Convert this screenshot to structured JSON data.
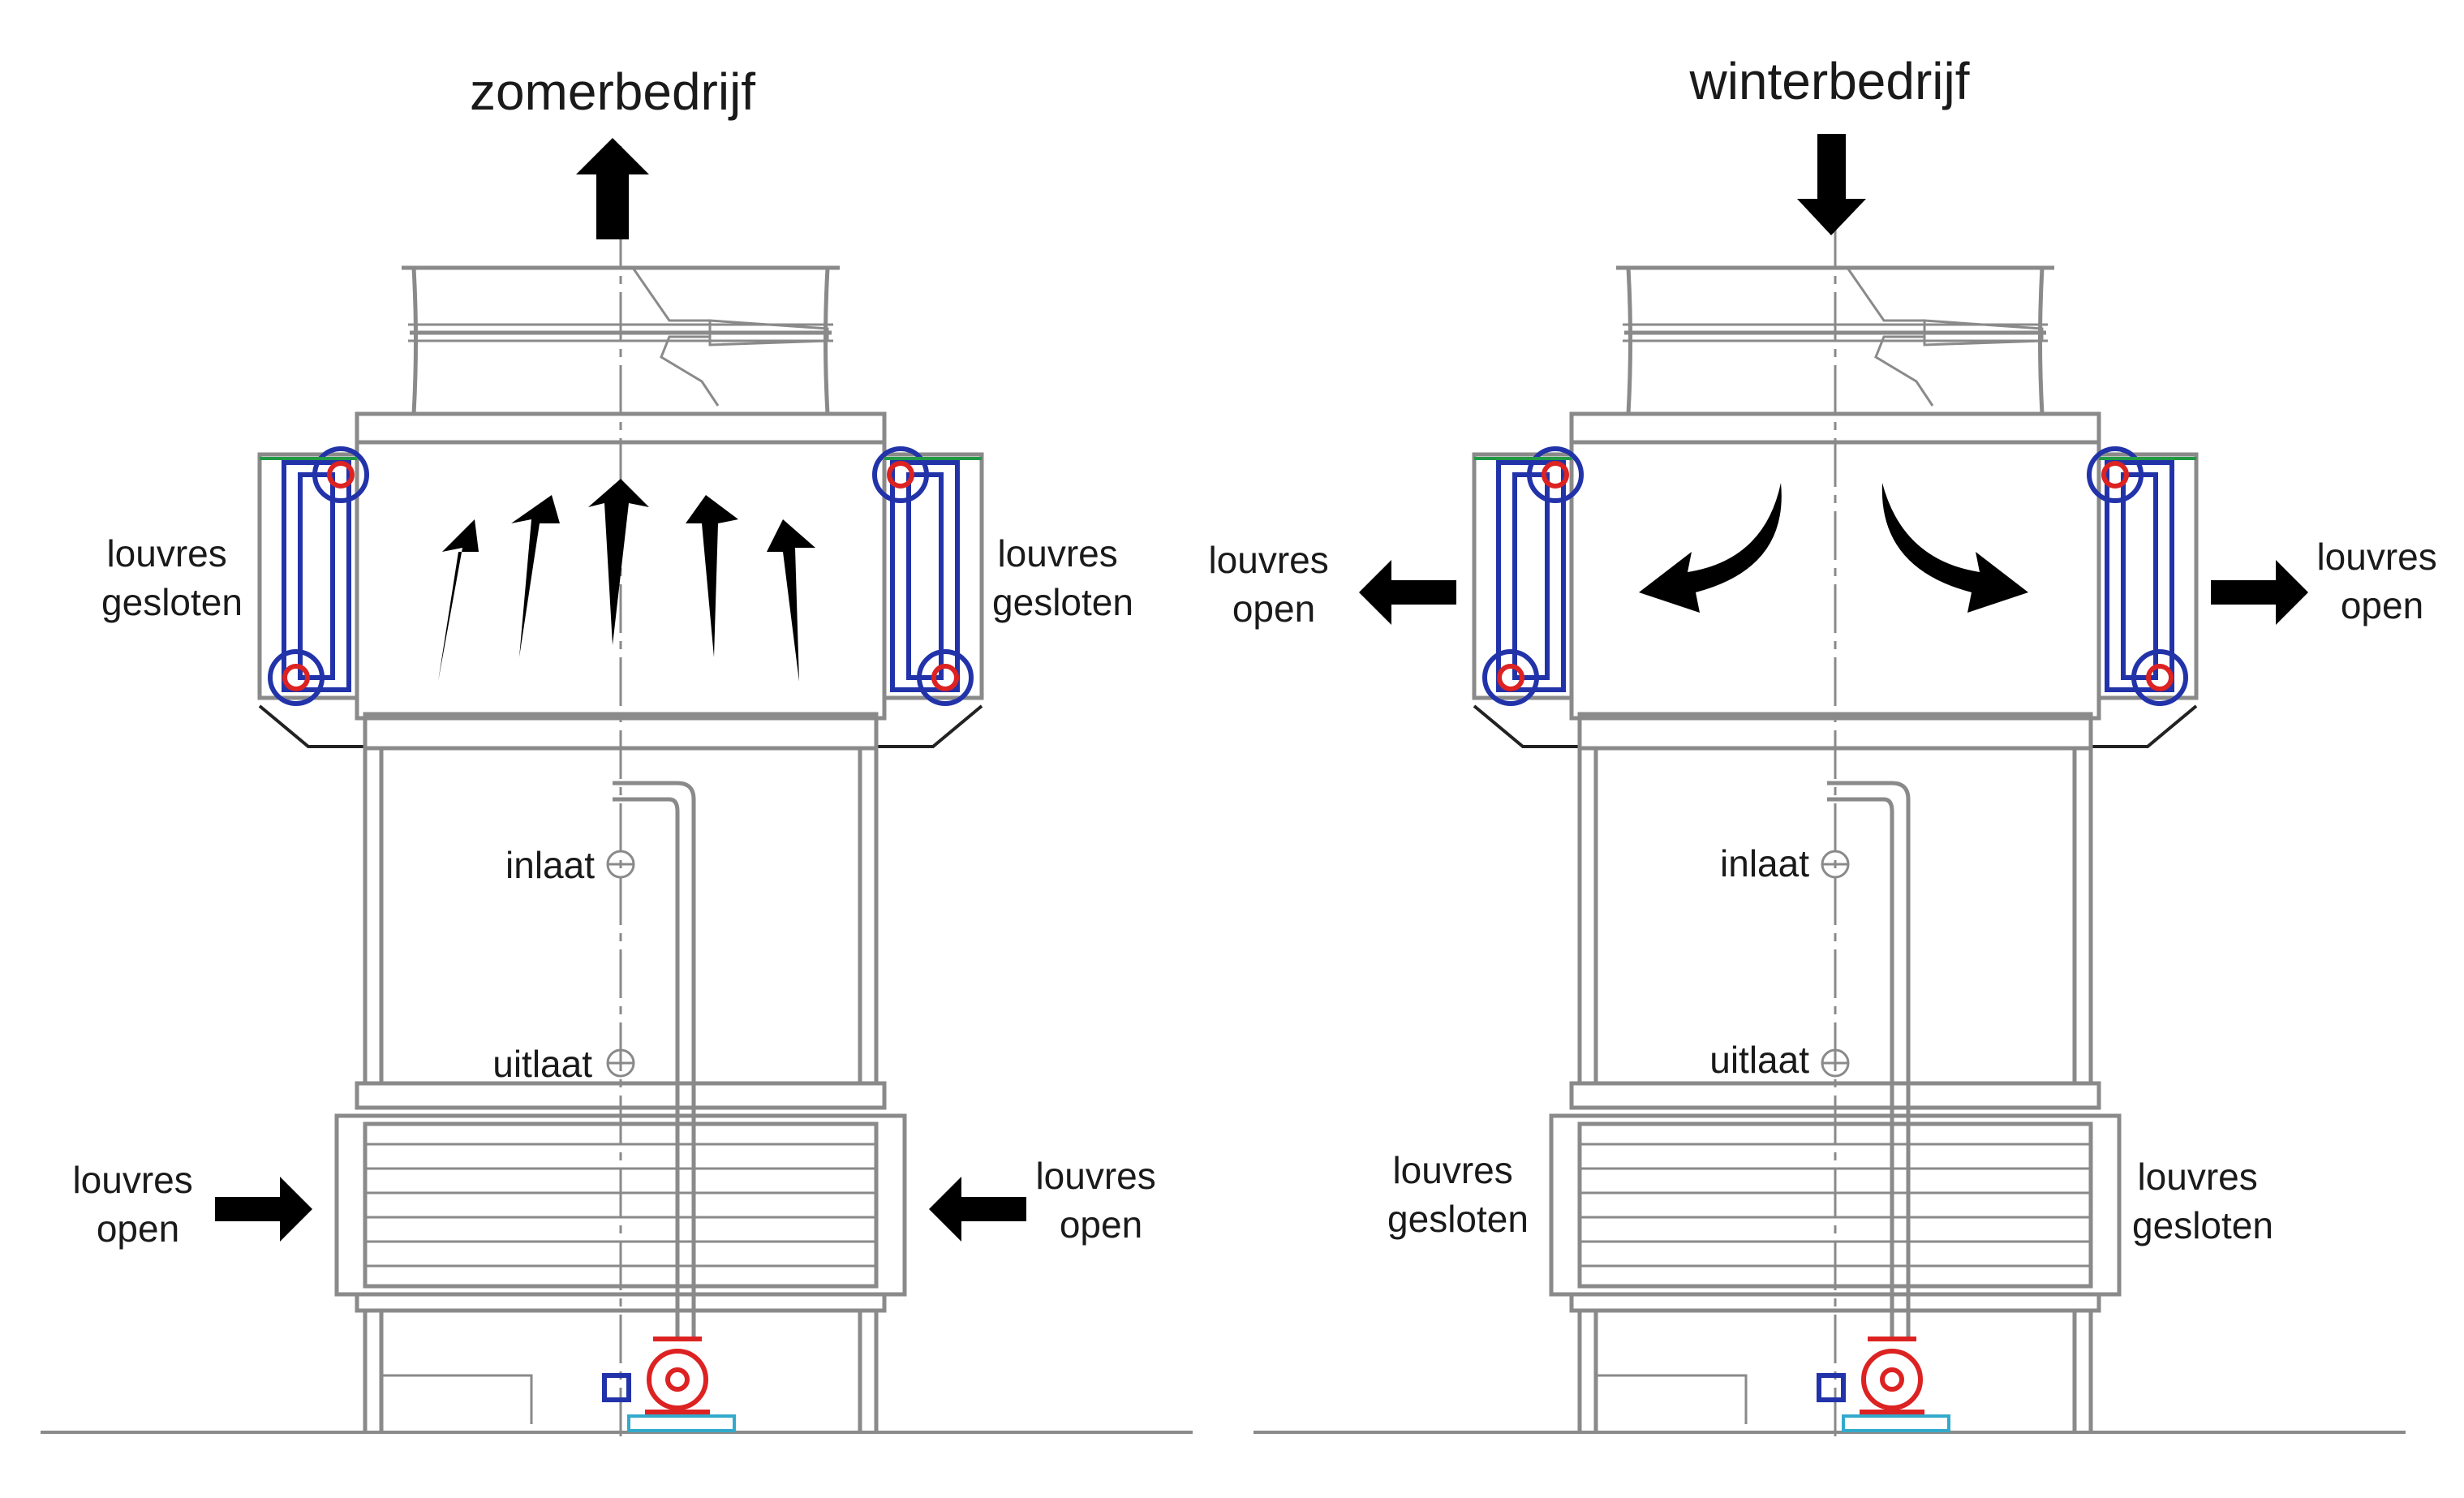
{
  "panels": [
    {
      "title": "zomerbedrijf",
      "upper_left_label": [
        "louvres",
        "gesloten"
      ],
      "upper_right_label": [
        "louvres",
        "gesloten"
      ],
      "lower_left_label": [
        "louvres",
        "open"
      ],
      "lower_right_label": [
        "louvres",
        "open"
      ],
      "inlet_label": "inlaat",
      "outlet_label": "uitlaat"
    },
    {
      "title": "winterbedrijf",
      "upper_left_label": [
        "louvres",
        "open"
      ],
      "upper_right_label": [
        "louvres",
        "open"
      ],
      "lower_left_label": [
        "louvres",
        "gesloten"
      ],
      "lower_right_label": [
        "louvres",
        "gesloten"
      ],
      "inlet_label": "inlaat",
      "outlet_label": "uitlaat"
    }
  ],
  "colors": {
    "frame": "#8a8a8a",
    "coil": "#2233aa",
    "pipe_accent": "#229944",
    "pump": "#dd2222",
    "base": "#33aacc",
    "arrow": "#000000"
  }
}
